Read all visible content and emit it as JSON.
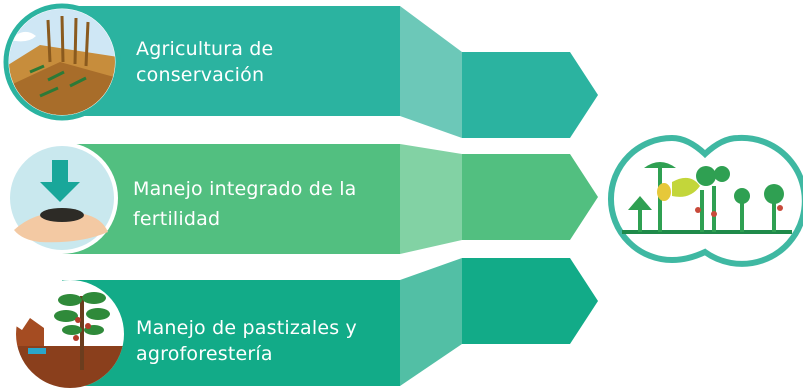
{
  "rows": [
    {
      "label": "Agricultura de conservación",
      "icon": "farm-field-icon",
      "color": "#2bb3a0",
      "light": "#6cc8b8"
    },
    {
      "label": "Manejo integrado de la fertilidad",
      "icon": "hand-soil-arrow-icon",
      "color": "#52bf80",
      "light": "#82d2a4"
    },
    {
      "label": "Manejo de pastizales y agroforestería",
      "icon": "agroforestry-tree-icon",
      "color": "#12ab88",
      "light": "#52bfa5"
    }
  ],
  "result_icon": "crop-diversity-icon",
  "colors": {
    "outline": "#3fb8a2",
    "soil": "#1f8a4a"
  }
}
